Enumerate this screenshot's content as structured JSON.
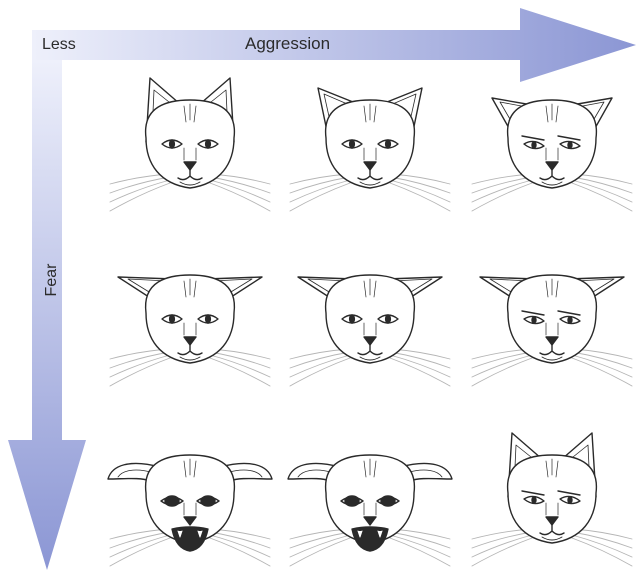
{
  "axes": {
    "horizontal": {
      "start_label": "Less",
      "label": "Aggression"
    },
    "vertical": {
      "label": "Fear"
    }
  },
  "colors": {
    "arrow_light": "#eef0fb",
    "arrow_dark": "#8b96d4",
    "line": "#2a2a2a",
    "whisker": "#b5b5b5"
  },
  "grid": {
    "rows": 3,
    "cols": 3,
    "cells": [
      {
        "row": 1,
        "col": 1,
        "fear": "low",
        "aggression": "low",
        "ears": "upright",
        "mouth": "closed",
        "eyes": "normal"
      },
      {
        "row": 1,
        "col": 2,
        "fear": "low",
        "aggression": "medium",
        "ears": "forward",
        "mouth": "closed",
        "eyes": "normal"
      },
      {
        "row": 1,
        "col": 3,
        "fear": "low",
        "aggression": "high",
        "ears": "rotated",
        "mouth": "closed",
        "eyes": "narrowed"
      },
      {
        "row": 2,
        "col": 1,
        "fear": "medium",
        "aggression": "low",
        "ears": "sideways",
        "mouth": "closed",
        "eyes": "normal"
      },
      {
        "row": 2,
        "col": 2,
        "fear": "medium",
        "aggression": "medium",
        "ears": "sideways",
        "mouth": "closed",
        "eyes": "normal"
      },
      {
        "row": 2,
        "col": 3,
        "fear": "medium",
        "aggression": "high",
        "ears": "sideways",
        "mouth": "closed",
        "eyes": "narrowed"
      },
      {
        "row": 3,
        "col": 1,
        "fear": "high",
        "aggression": "low",
        "ears": "flattened",
        "mouth": "hissing",
        "eyes": "dilated"
      },
      {
        "row": 3,
        "col": 2,
        "fear": "high",
        "aggression": "medium",
        "ears": "flattened",
        "mouth": "hissing",
        "eyes": "dilated"
      },
      {
        "row": 3,
        "col": 3,
        "fear": "high",
        "aggression": "high",
        "ears": "upright",
        "mouth": "closed",
        "eyes": "narrowed"
      }
    ]
  }
}
